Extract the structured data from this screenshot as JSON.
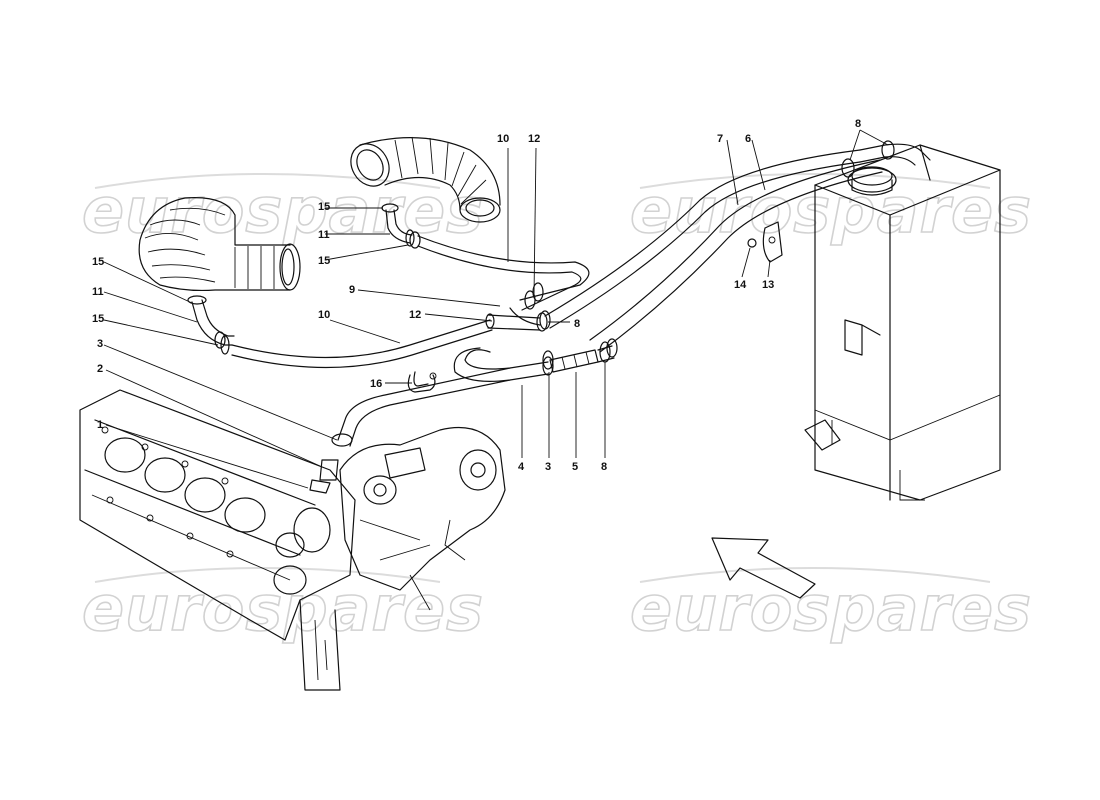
{
  "watermark": {
    "text": "eurospares"
  },
  "callouts": {
    "c1": "1",
    "c2": "2",
    "c3a": "3",
    "c3b": "3",
    "c4": "4",
    "c5": "5",
    "c6": "6",
    "c7": "7",
    "c8a": "8",
    "c8b": "8",
    "c8c": "8",
    "c9": "9",
    "c10a": "10",
    "c10b": "10",
    "c11a": "11",
    "c11b": "11",
    "c12a": "12",
    "c12b": "12",
    "c13": "13",
    "c14": "14",
    "c15a": "15",
    "c15b": "15",
    "c15c": "15",
    "c15d": "15",
    "c16": "16"
  }
}
